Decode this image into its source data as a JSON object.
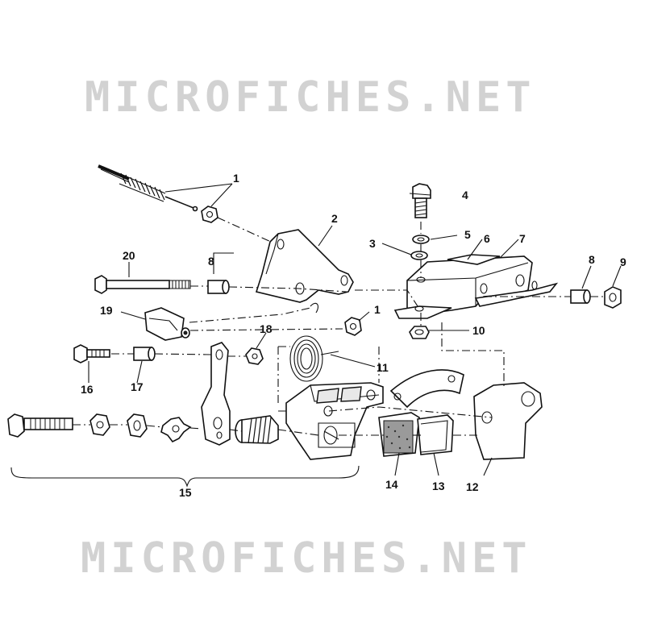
{
  "watermark": {
    "top_text": "MICROFICHES.NET",
    "bottom_text": "MICROFICHES.NET"
  },
  "callouts": {
    "c1a": "1",
    "c1b": "1",
    "c2": "2",
    "c3": "3",
    "c4": "4",
    "c5": "5",
    "c6": "6",
    "c7": "7",
    "c8a": "8",
    "c8b": "8",
    "c9": "9",
    "c10": "10",
    "c11": "11",
    "c12": "12",
    "c13": "13",
    "c14": "14",
    "c15": "15",
    "c16": "16",
    "c17": "17",
    "c18": "18",
    "c19": "19",
    "c20": "20"
  }
}
